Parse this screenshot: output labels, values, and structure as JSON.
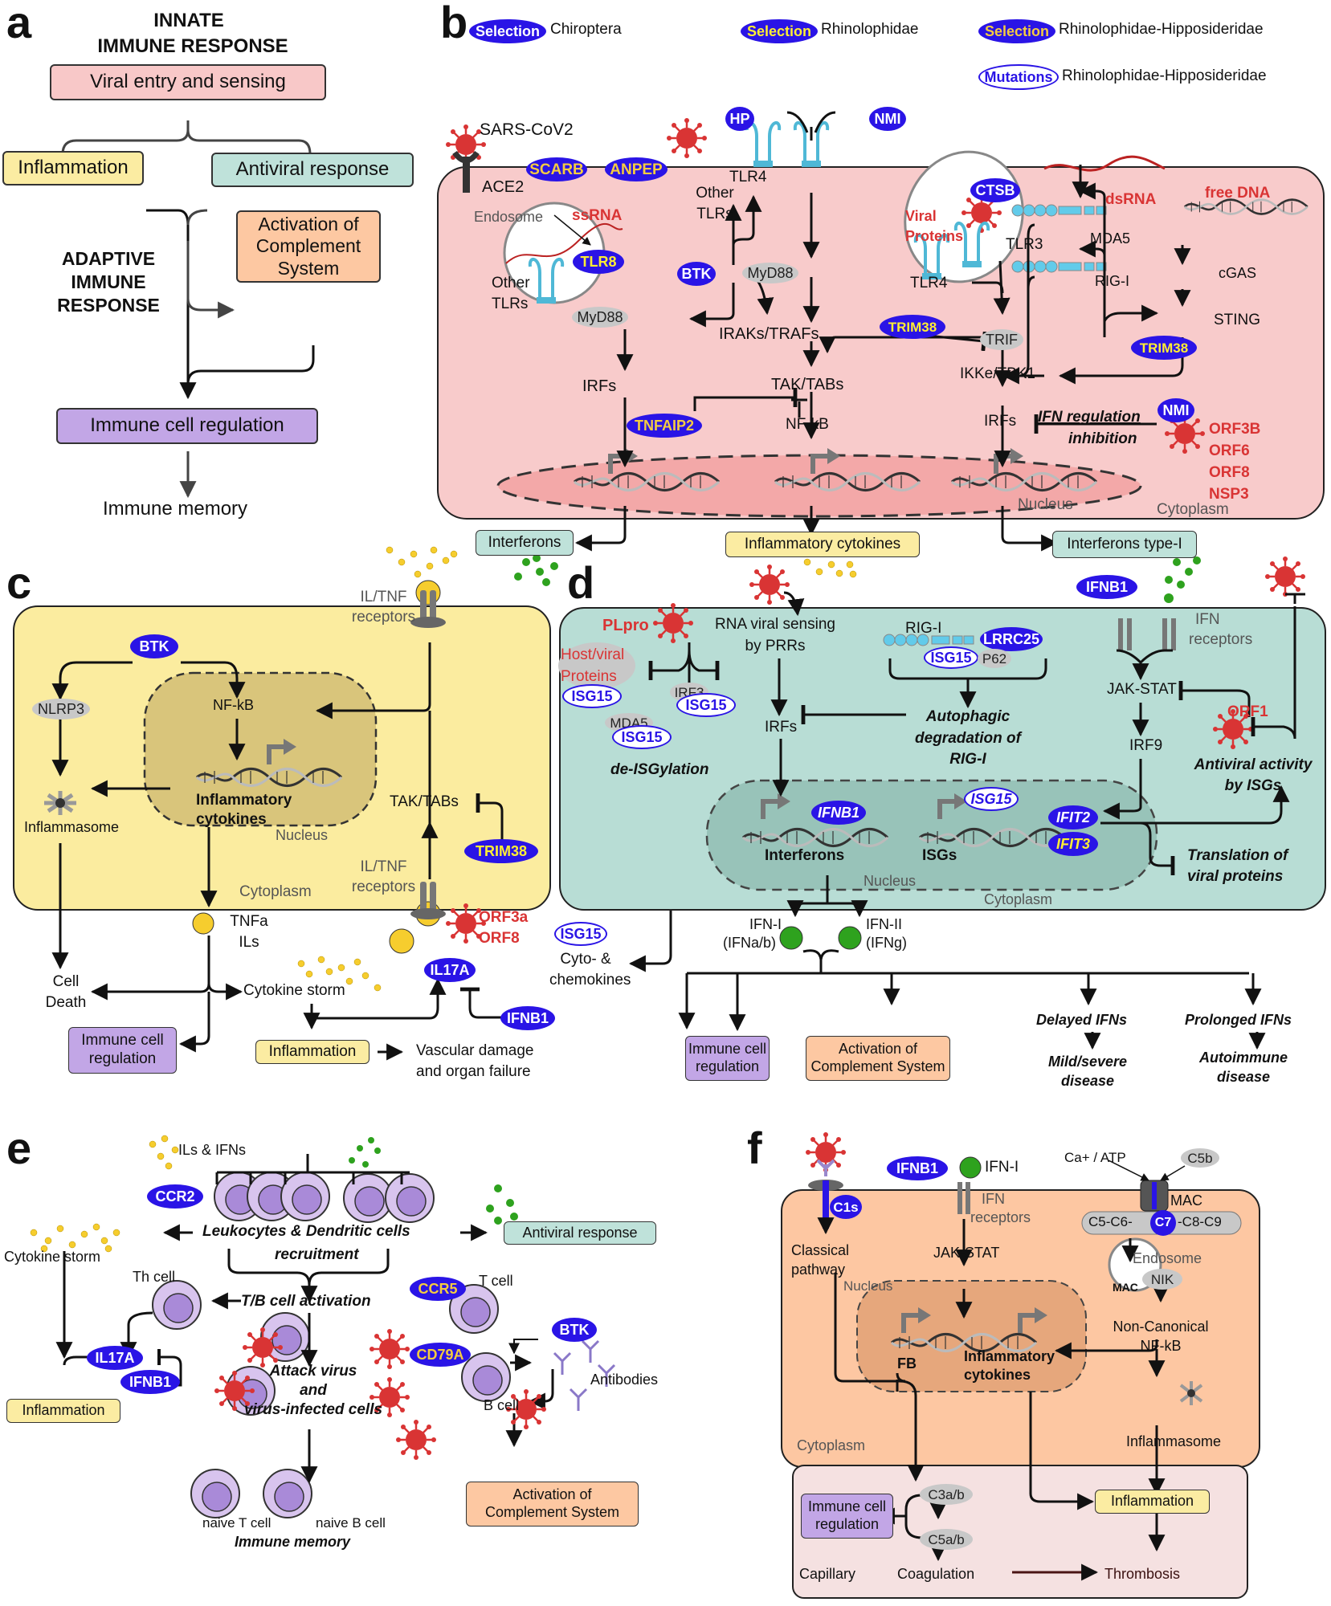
{
  "panel_labels": {
    "a": "a",
    "b": "b",
    "c": "c",
    "d": "d",
    "e": "e",
    "f": "f"
  },
  "colors": {
    "innate_pink": "#f8c8c8",
    "inflammation_yellow": "#fbeca2",
    "antiviral_teal": "#bfe2da",
    "complement_orange": "#fdc8a2",
    "immune_purple": "#c2a6e6",
    "selection_blue": "#2a14e6",
    "virus_red": "#d93434",
    "cytokine_yellow": "#f6cd2e",
    "ifn_green": "#2ea21e"
  },
  "legend": {
    "items": [
      {
        "badge": "Selection",
        "label": "Chiroptera",
        "style": "sel-chir"
      },
      {
        "badge": "Selection",
        "label": "Rhinolophidae",
        "style": "sel-rhino"
      },
      {
        "badge": "Selection",
        "label": "Rhinolophidae-Hipposideridae",
        "style": "sel-rh"
      },
      {
        "badge": "Mutations",
        "label": "Rhinolophidae-Hipposideridae",
        "style": "mut"
      }
    ]
  },
  "panel_a": {
    "title_line1": "INNATE",
    "title_line2": "IMMUNE RESPONSE",
    "viral_entry": "Viral entry and sensing",
    "inflammation": "Inflammation",
    "antiviral": "Antiviral response",
    "complement_l1": "Activation of",
    "complement_l2": "Complement",
    "complement_l3": "System",
    "adaptive_l1": "ADAPTIVE",
    "adaptive_l2": "IMMUNE",
    "adaptive_l3": "RESPONSE",
    "immune_reg": "Immune cell regulation",
    "memory": "Immune memory"
  },
  "panel_b": {
    "sars": "SARS-CoV2",
    "ace2": "ACE2",
    "scarb": "SCARB",
    "anpep": "ANPEP",
    "hp": "HP",
    "nmi_top": "NMI",
    "tlr4_top": "TLR4",
    "other_tlrs_top_l1": "Other",
    "other_tlrs_top_l2": "TLRs",
    "endosome": "Endosome",
    "ssrna": "ssRNA",
    "tlr8": "TLR8",
    "other_tlrs_l1": "Other",
    "other_tlrs_l2": "TLRs",
    "btk": "BTK",
    "myd88_a": "MyD88",
    "myd88_b": "MyD88",
    "iraks": "IRAKs/TRAFs",
    "irfs_left": "IRFs",
    "tak": "TAK/TABs",
    "nfkb": "NF-kB",
    "tnfaip2": "TNFAIP2",
    "ctsb": "CTSB",
    "viral_proteins_l1": "Viral",
    "viral_proteins_l2": "Proteins",
    "tlr3": "TLR3",
    "tlr4_endo": "TLR4",
    "trim38_a": "TRIM38",
    "trif": "TRIF",
    "ikke": "IKKe/TBK1",
    "irfs_right": "IRFs",
    "dsrna": "dsRNA",
    "mda5": "MDA5",
    "rigi": "RIG-I",
    "free_dna": "free DNA",
    "cgas": "cGAS",
    "sting": "STING",
    "trim38_b": "TRIM38",
    "ifn_reg_l1": "IFN regulation",
    "ifn_reg_l2": "inhibition",
    "nmi": "NMI",
    "orfs": [
      "ORF3B",
      "ORF6",
      "ORF8",
      "NSP3"
    ],
    "nucleus": "Nucleus",
    "cytoplasm": "Cytoplasm",
    "out_interferons": "Interferons",
    "out_inflam": "Inflammatory cytokines",
    "out_ifn1": "Interferons type-I"
  },
  "panel_c": {
    "il_tnf_top_l1": "IL/TNF",
    "il_tnf_top_l2": "receptors",
    "btk": "BTK",
    "nfkb": "NF-kB",
    "nlrp3": "NLRP3",
    "inflammasome": "Inflammasome",
    "inflam_cyt_l1": "Inflammatory",
    "inflam_cyt_l2": "cytokines",
    "nucleus": "Nucleus",
    "tak": "TAK/TABs",
    "trim38": "TRIM38",
    "il_tnf_bot_l1": "IL/TNF",
    "il_tnf_bot_l2": "receptors",
    "cytoplasm": "Cytoplasm",
    "tnfa": "TNFa",
    "ils": "ILs",
    "orf3a": "ORF3a",
    "orf8": "ORF8",
    "cell_death_l1": "Cell",
    "cell_death_l2": "Death",
    "cytokine_storm": "Cytokine storm",
    "il17a": "IL17A",
    "ifnb1": "IFNB1",
    "immune_reg_l1": "Immune cell",
    "immune_reg_l2": "regulation",
    "inflammation": "Inflammation",
    "vascular_l1": "Vascular damage",
    "vascular_l2": "and organ failure",
    "isg15": "ISG15",
    "cyto_l1": "Cyto- &",
    "cyto_l2": "chemokines"
  },
  "panel_d": {
    "plpro": "PLpro",
    "host_viral_l1": "Host/viral",
    "host_viral_l2": "Proteins",
    "isg15": "ISG15",
    "irf3": "IRF3",
    "mda5": "MDA5",
    "deisg": "de-ISGylation",
    "rna_sensing_l1": "RNA viral sensing",
    "rna_sensing_l2": "by PRRs",
    "irfs": "IRFs",
    "rigi": "RIG-I",
    "lrrc25": "LRRC25",
    "p62": "P62",
    "autophagic_l1": "Autophagic",
    "autophagic_l2": "degradation of",
    "autophagic_l3": "RIG-I",
    "ifnb1_nuc": "IFNB1",
    "interferons": "Interferons",
    "isgs": "ISGs",
    "ifit2": "IFIT2",
    "ifit3": "IFIT3",
    "nucleus": "Nucleus",
    "cytoplasm": "Cytoplasm",
    "ifnb1_top": "IFNB1",
    "ifn_rec_l1": "IFN",
    "ifn_rec_l2": "receptors",
    "jakstat": "JAK-STAT",
    "irf9": "IRF9",
    "orf1": "ORF1",
    "antiviral_l1": "Antiviral activity",
    "antiviral_l2": "by ISGs",
    "translation_l1": "Translation of",
    "translation_l2": "viral proteins",
    "ifn1_l1": "IFN-I",
    "ifn1_l2": "(IFNa/b)",
    "ifn2_l1": "IFN-II",
    "ifn2_l2": "(IFNg)",
    "immune_reg_l1": "Immune cell",
    "immune_reg_l2": "regulation",
    "complement_l1": "Activation of",
    "complement_l2": "Complement System",
    "delayed": "Delayed IFNs",
    "mild_l1": "Mild/severe",
    "mild_l2": "disease",
    "prolonged": "Prolonged IFNs",
    "auto_l1": "Autoimmune",
    "auto_l2": "disease"
  },
  "panel_e": {
    "ils_ifns": "ILs & IFNs",
    "ccr2": "CCR2",
    "cytokine_storm": "Cytokine storm",
    "leuko": "Leukocytes & Dendritic cells",
    "recruit": "recruitment",
    "antiviral": "Antiviral response",
    "th_cell": "Th cell",
    "tb_activation": "T/B cell activation",
    "il17a": "IL17A",
    "ifnb1": "IFNB1",
    "inflammation": "Inflammation",
    "attack_l1": "Attack virus",
    "attack_l2": "and",
    "attack_l3": "virus-infected cells",
    "naive_t": "naive T cell",
    "naive_b": "naive B cell",
    "memory": "Immune memory",
    "ccr5": "CCR5",
    "t_cell": "T cell",
    "btk": "BTK",
    "cd79a": "CD79A",
    "b_cell": "B cell",
    "antibodies": "Antibodies",
    "complement_l1": "Activation of",
    "complement_l2": "Complement System"
  },
  "panel_f": {
    "ifnb1": "IFNB1",
    "ifn1": "IFN-I",
    "ca_atp": "Ca+ / ATP",
    "c5b": "C5b",
    "mac_top": "MAC",
    "c1s": "C1s",
    "ifn_rec_l1": "IFN",
    "ifn_rec_l2": "receptors",
    "c5c6": "C5-C6-",
    "c7": "C7",
    "c8c9": "-C8-C9",
    "classical_l1": "Classical",
    "classical_l2": "pathway",
    "jakstat": "JAK-STAT",
    "endosome": "Endosome",
    "mac_inner": "MAC",
    "nik": "NIK",
    "nucleus": "Nucleus",
    "fb": "FB",
    "inflam_cyt_l1": "Inflammatory",
    "inflam_cyt_l2": "cytokines",
    "noncanon_l1": "Non-Canonical",
    "noncanon_l2": "NF-kB",
    "inflammasome": "Inflammasome",
    "cytoplasm": "Cytoplasm",
    "c3ab": "C3a/b",
    "c5ab": "C5a/b",
    "immune_reg_l1": "Immune cell",
    "immune_reg_l2": "regulation",
    "inflammation": "Inflammation",
    "capillary": "Capillary",
    "coagulation": "Coagulation",
    "thrombosis": "Thrombosis"
  }
}
